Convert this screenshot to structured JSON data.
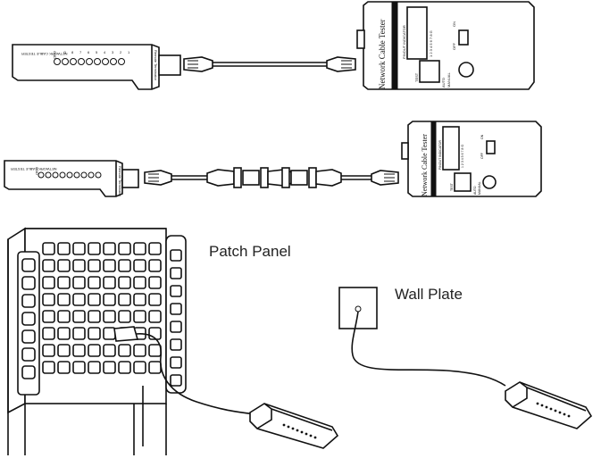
{
  "labels": {
    "patch_panel": "Patch Panel",
    "wall_plate": "Wall Plate"
  },
  "main_unit": {
    "brand": "Network Cable Tester",
    "pinout": "PINOUT INDICATOR",
    "pin_numbers": "1 2 3 4 5 6 7 8 G",
    "on": "ON",
    "off": "OFF",
    "test": "TEST",
    "auto": "AUTO",
    "manual": "MANUAL"
  },
  "remote_unit": {
    "pin_labels": [
      "1",
      "2",
      "3",
      "4",
      "5",
      "6",
      "7",
      "8",
      "G"
    ],
    "gnd": "GND",
    "name": "Remote Terminator",
    "side": "NETWORK CABLE TESTER"
  }
}
